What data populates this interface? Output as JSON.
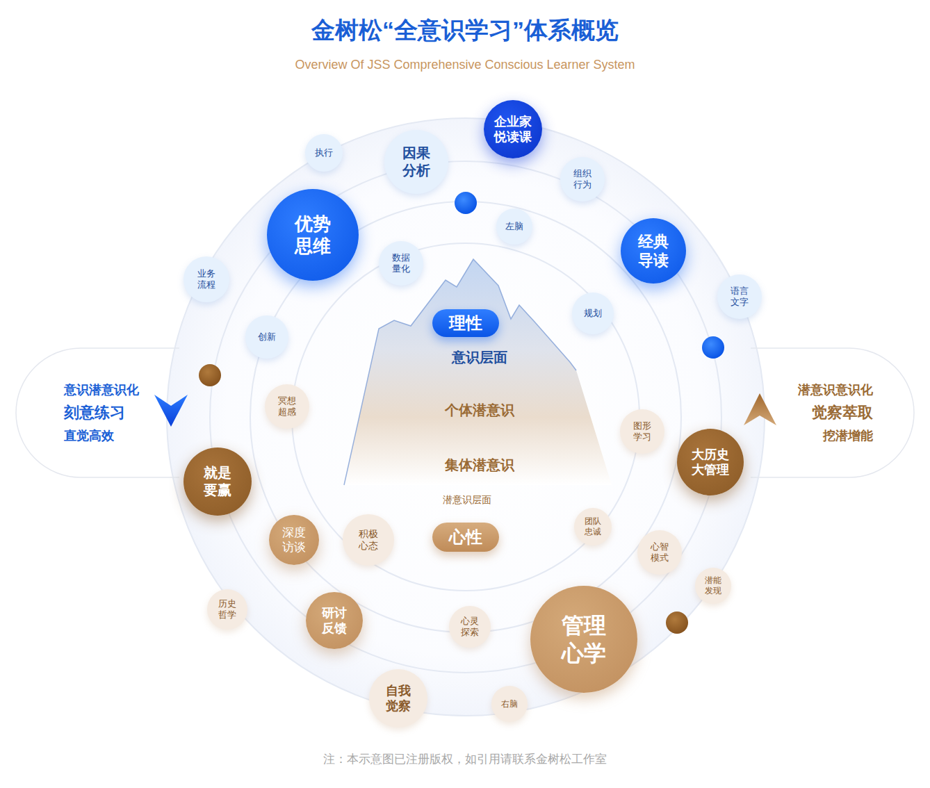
{
  "diagram": {
    "title": "金树松“全意识学习”体系概览",
    "caption": "注：本示意图已注册版权，如引用请联系金树松工作室",
    "nodes": [
      {
        "text": [
          "意识潜意识化",
          "刻意练习",
          "直觉高效"
        ]
      },
      {
        "text": [
          "意识层面",
          "个体潜意识",
          "集体潜意识"
        ]
      },
      {
        "text": [
          "理性"
        ],
        "in": 1
      },
      {
        "text": [
          "心性"
        ]
      },
      {
        "text": [
          "潜意识意识化",
          "觉察萃取",
          "挖潜增能"
        ]
      },
      {
        "text": [
          "企业家 悦读课"
        ]
      },
      {
        "text": [
          "执行"
        ]
      },
      {
        "text": [
          "因果 分析"
        ]
      },
      {
        "text": [
          "组织 行为"
        ]
      },
      {
        "text": [
          "优势 思维"
        ]
      },
      {
        "text": [
          "左脑"
        ]
      },
      {
        "text": [
          "经典 导读"
        ]
      },
      {
        "text": [
          "数据 量化"
        ]
      },
      {
        "text": [
          "业务 流程"
        ]
      },
      {
        "text": [
          "语言 文字"
        ]
      },
      {
        "text": [
          "规划"
        ]
      },
      {
        "text": [
          "创新"
        ]
      },
      {
        "text": [
          "冥想 超感"
        ]
      },
      {
        "text": [
          "图形 学习"
        ]
      },
      {
        "text": [
          "大历史 大管理"
        ]
      },
      {
        "text": [
          "就是 要赢"
        ]
      },
      {
        "text": [
          "团队 忠诚"
        ]
      },
      {
        "text": [
          "深度 访谈"
        ]
      },
      {
        "text": [
          "积极 心态"
        ]
      },
      {
        "text": [
          "心智 模式"
        ]
      },
      {
        "text": [
          "潜能 发现"
        ]
      },
      {
        "text": [
          "历史 哲学"
        ]
      },
      {
        "text": [
          "研讨 反馈"
        ]
      },
      {
        "text": [
          "心灵 探索"
        ]
      },
      {
        "text": [
          "管理 心学"
        ]
      },
      {
        "text": [
          "自我 觉察"
        ]
      },
      {
        "text": [
          "右脑"
        ]
      }
    ],
    "labels": [
      "Overview Of JSS Comprehensive Conscious Learner System",
      "潜意识层面"
    ]
  }
}
